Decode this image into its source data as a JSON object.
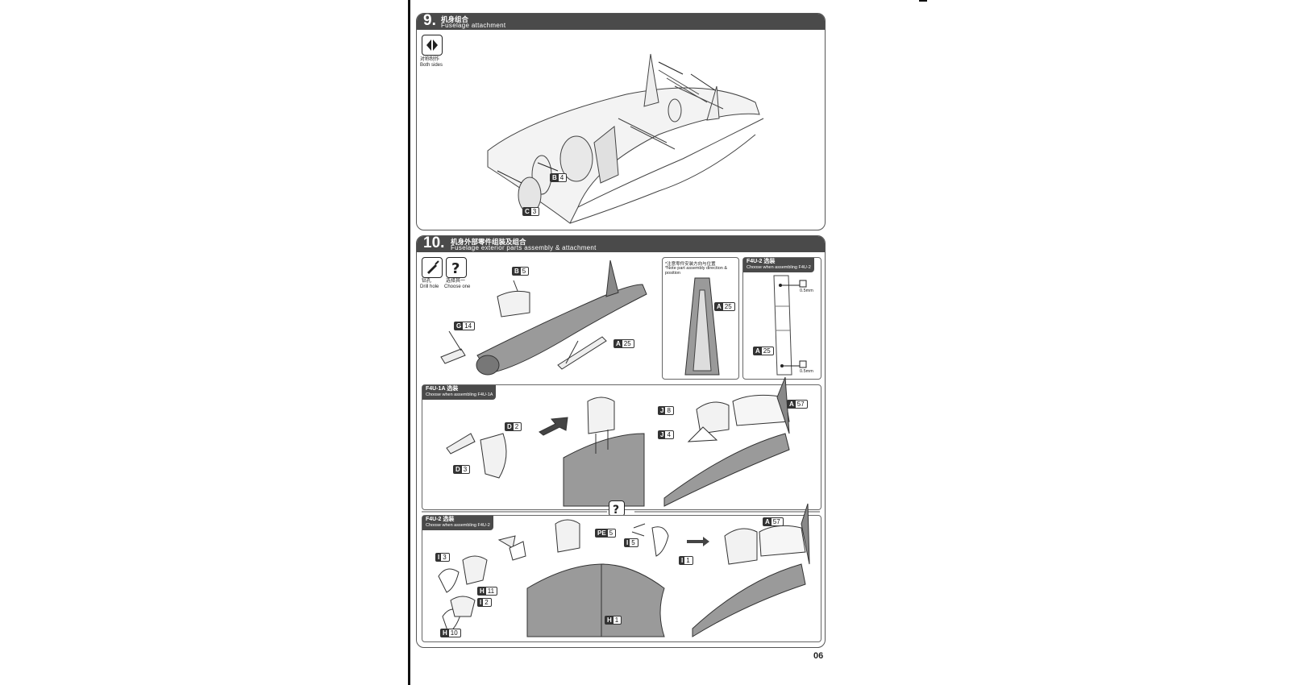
{
  "page_number": "06",
  "step9": {
    "number": "9.",
    "title_zh": "机身组合",
    "title_en": "Fuselage attachment",
    "icon": "both-sides-icon",
    "icon_label_zh": "对称制作",
    "icon_label_en": "Both sides",
    "callouts": [
      {
        "letter": "B",
        "num": "4"
      },
      {
        "letter": "C",
        "num": "3"
      }
    ]
  },
  "step10": {
    "number": "10.",
    "title_zh": "机身外部零件组装及组合",
    "title_en": "Fuselage exterior parts assembly & attachment",
    "icons": [
      {
        "name": "drill-icon",
        "label_zh": "钻孔",
        "label_en": "Drill hole"
      },
      {
        "name": "question-icon",
        "label_zh": "选择其一",
        "label_en": "Choose one"
      }
    ],
    "callouts_main": [
      {
        "letter": "B",
        "num": "5"
      },
      {
        "letter": "G",
        "num": "14"
      },
      {
        "letter": "A",
        "num": "25"
      }
    ],
    "note_box": {
      "zh": "*注意零件安装方向与位置",
      "en": "*Note part assembly direction & position",
      "callout": {
        "letter": "A",
        "num": "25"
      }
    },
    "f4u2_box": {
      "title": "F4U-2 选装",
      "subtitle": "Choose when assembling F4U-2",
      "callout": {
        "letter": "A",
        "num": "25"
      },
      "dim_top": "0.5mm",
      "dim_bottom": "0.5mm"
    },
    "f4u1a": {
      "title": "F4U-1A 选装",
      "subtitle": "Choose when assembling F4U-1A",
      "callouts": [
        {
          "letter": "D",
          "num": "2"
        },
        {
          "letter": "D",
          "num": "3"
        },
        {
          "letter": "J",
          "num": "8"
        },
        {
          "letter": "J",
          "num": "4"
        },
        {
          "letter": "A",
          "num": "57"
        }
      ]
    },
    "f4u2": {
      "title": "F4U-2 选装",
      "subtitle": "Choose when assembling F4U-2",
      "callouts": [
        {
          "letter": "I",
          "num": "3"
        },
        {
          "letter": "H",
          "num": "11"
        },
        {
          "letter": "I",
          "num": "2"
        },
        {
          "letter": "H",
          "num": "10"
        },
        {
          "letter": "PE",
          "num": "5"
        },
        {
          "letter": "I",
          "num": "5"
        },
        {
          "letter": "H",
          "num": "1"
        },
        {
          "letter": "I",
          "num": "1"
        },
        {
          "letter": "A",
          "num": "57"
        }
      ]
    }
  }
}
